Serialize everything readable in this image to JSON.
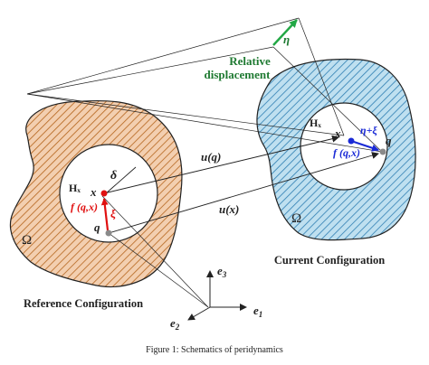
{
  "labels": {
    "eta": "η",
    "relative_displacement_line1": "Relative",
    "relative_displacement_line2": "displacement",
    "current_x": "x",
    "current_q": "q",
    "current_Hx": "Hₓ",
    "current_eta_plus_xi": "η+ξ",
    "current_f": "f (q,x)",
    "current_omega": "Ω",
    "current_configuration": "Current Configuration",
    "u_q": "u(q)",
    "u_x": "u(x)",
    "delta": "δ",
    "ref_Hx": "Hₓ",
    "ref_x": "x",
    "ref_f": "f (q,x)",
    "ref_xi": "ξ",
    "ref_q": "q",
    "ref_omega": "Ω",
    "reference_configuration": "Reference Configuration",
    "e1": "e",
    "e1_sub": "1",
    "e2": "e",
    "e2_sub": "2",
    "e3": "e",
    "e3_sub": "3"
  },
  "caption": "Figure 1: Schematics of peridynamics",
  "colors": {
    "reference_fill": "#e8b48a",
    "reference_hatch": "#b5651d",
    "current_fill": "#9ccde6",
    "current_hatch": "#2f7fb3",
    "eta_arrow": "#22a845",
    "relative_text": "#1f7a32",
    "ref_bond": "#e01010",
    "cur_bond": "#1a2ad6",
    "line": "#222222"
  }
}
